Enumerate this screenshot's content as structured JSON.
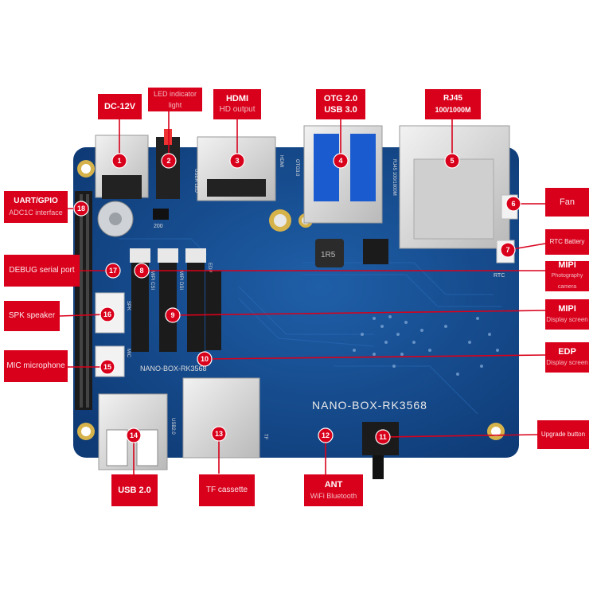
{
  "board": {
    "silkscreen_name": "NANO-BOX-RK3568",
    "silkscreen_small": "NANO-BOX-RK3568",
    "chip_mark": "1R5",
    "connector_marks": {
      "user_led": "USER LED",
      "hdmi": "HDMI",
      "otg": "OTG3.0",
      "rj45": "RJ45 100/1000M",
      "rtc": "RTC",
      "spk": "SPK",
      "mic": "MIC",
      "usb": "USB2.0",
      "tf": "TF",
      "mipi_csi": "MIPI CSI",
      "mipi_dsi": "MIPI DSI",
      "edp": "EDP",
      "cap": "200"
    }
  },
  "callouts": [
    {
      "num": "1",
      "title": "DC-12V",
      "sub": ""
    },
    {
      "num": "2",
      "title": "",
      "sub": "LED indicator light"
    },
    {
      "num": "3",
      "title": "HDMI",
      "sub": "HD output"
    },
    {
      "num": "4",
      "title": "OTG 2.0",
      "sub": "USB 3.0"
    },
    {
      "num": "5",
      "title": "RJ45",
      "sub": "100/1000M"
    },
    {
      "num": "6",
      "title": "",
      "sub": "Fan"
    },
    {
      "num": "7",
      "title": "",
      "sub": "RTC Battery"
    },
    {
      "num": "8",
      "title": "MIPI",
      "sub": "Photography camera"
    },
    {
      "num": "9",
      "title": "MIPI",
      "sub": "Display screen"
    },
    {
      "num": "10",
      "title": "EDP",
      "sub": "Display screen"
    },
    {
      "num": "11",
      "title": "",
      "sub": "Upgrade button"
    },
    {
      "num": "12",
      "title": "ANT",
      "sub": "WiFi Bluetooth"
    },
    {
      "num": "13",
      "title": "",
      "sub": "TF cassette"
    },
    {
      "num": "14",
      "title": "USB 2.0",
      "sub": ""
    },
    {
      "num": "15",
      "title": "",
      "sub": "MIC microphone"
    },
    {
      "num": "16",
      "title": "",
      "sub": "SPK speaker"
    },
    {
      "num": "17",
      "title": "",
      "sub": "DEBUG serial port"
    },
    {
      "num": "18",
      "title": "UART/GPIO",
      "sub": "ADC1C interface"
    }
  ]
}
